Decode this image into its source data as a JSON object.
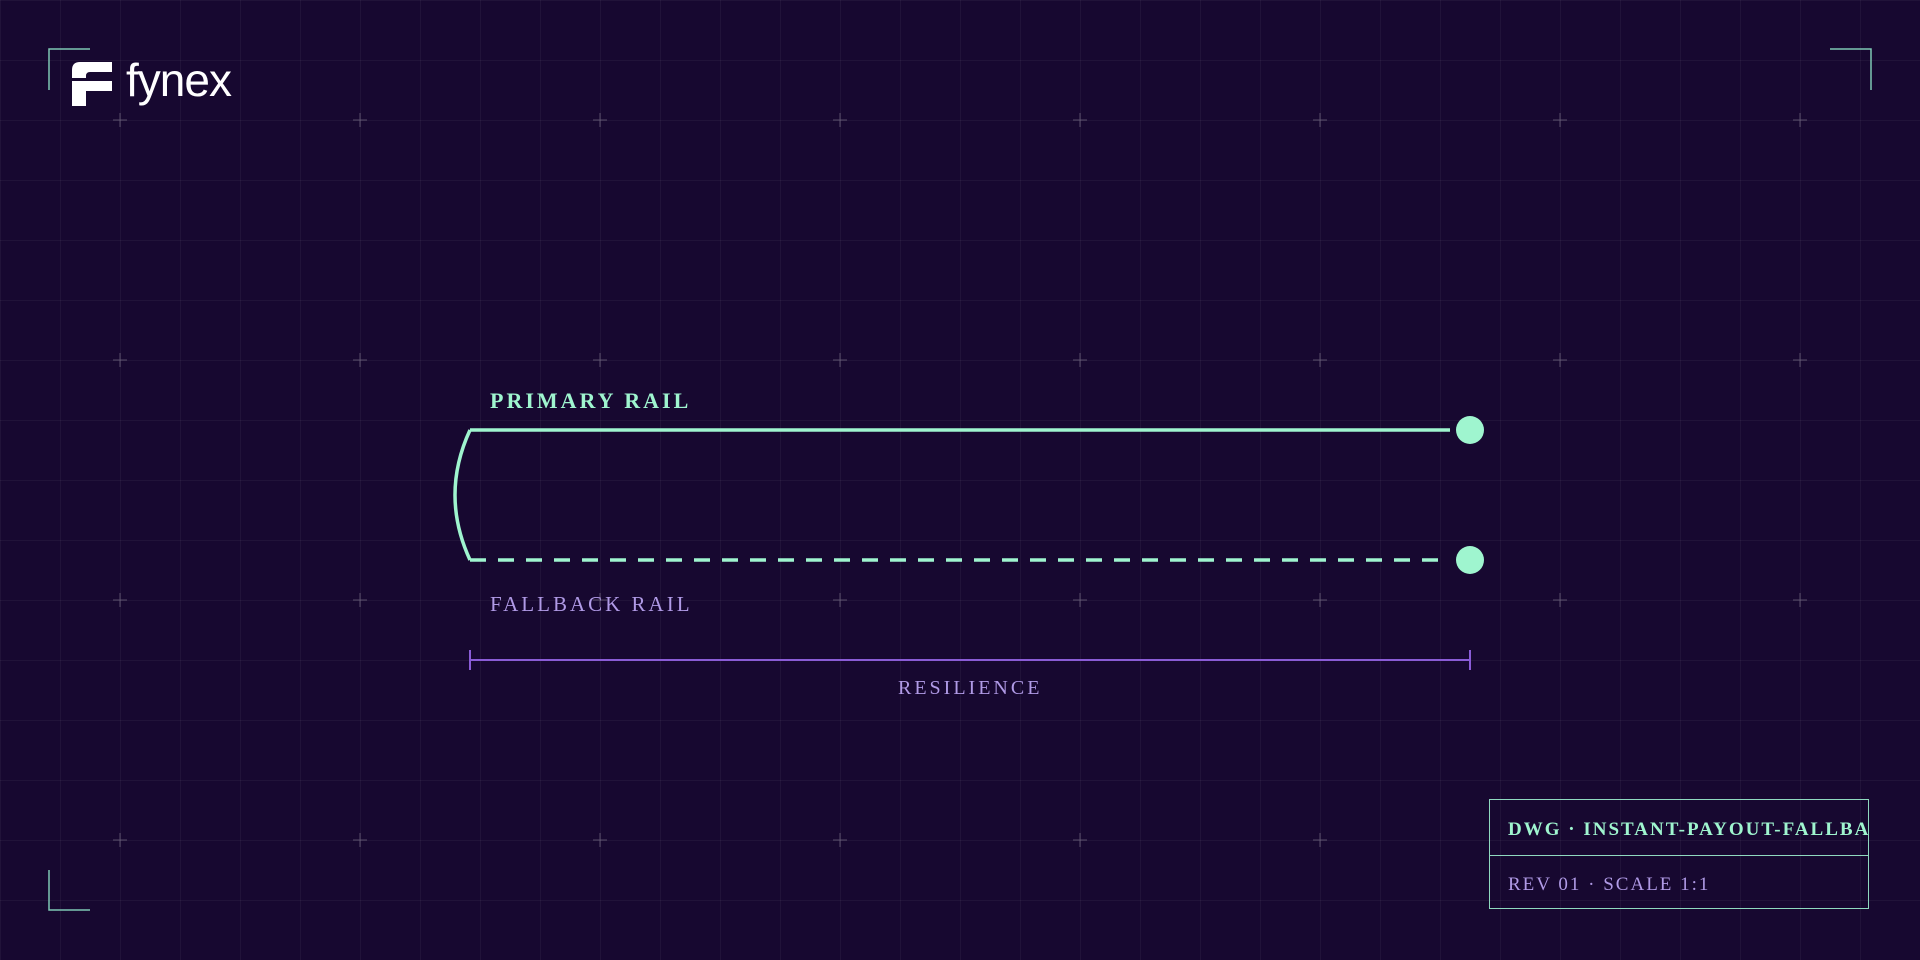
{
  "brand": {
    "name": "fynex"
  },
  "diagram": {
    "primary_label": "PRIMARY RAIL",
    "fallback_label": "FALLBACK RAIL",
    "measure_label": "RESILIENCE"
  },
  "title_block": {
    "drawing": "DWG · INSTANT-PAYOUT-FALLBAC",
    "revision": "REV 01 · SCALE 1:1"
  },
  "colors": {
    "background": "#170830",
    "accent_mint": "#9ff5cf",
    "accent_purple": "#b09ae6",
    "measure_line": "#8a5cd6"
  }
}
